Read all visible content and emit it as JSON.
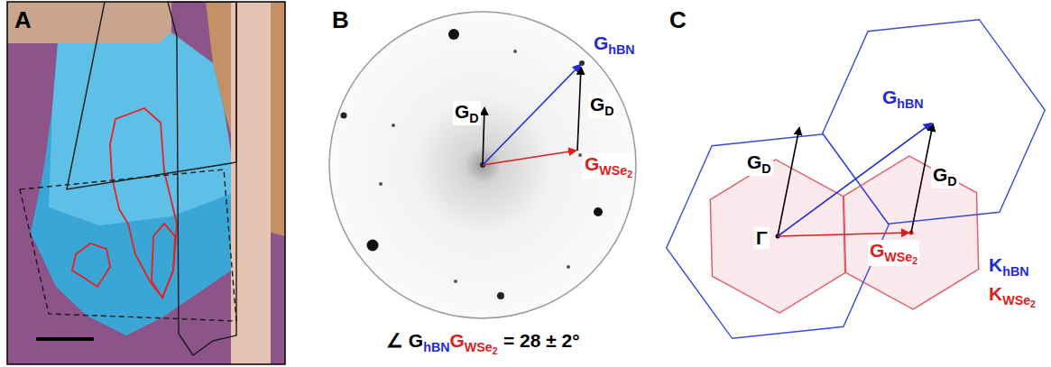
{
  "diagram": {
    "labels": [
      "A",
      "B",
      "C",
      "G",
      "D",
      "G",
      "hBN",
      "G",
      "D",
      "G",
      "WSe",
      "2",
      "∠ G",
      "hBN",
      "G",
      "WSe",
      "2",
      "= 28 ± 2°",
      "G",
      "D",
      "G",
      "hBN",
      "G",
      "D",
      "Γ",
      "G",
      "WSe",
      "2",
      "K",
      "hBN",
      "K",
      "WSe",
      "2"
    ]
  }
}
